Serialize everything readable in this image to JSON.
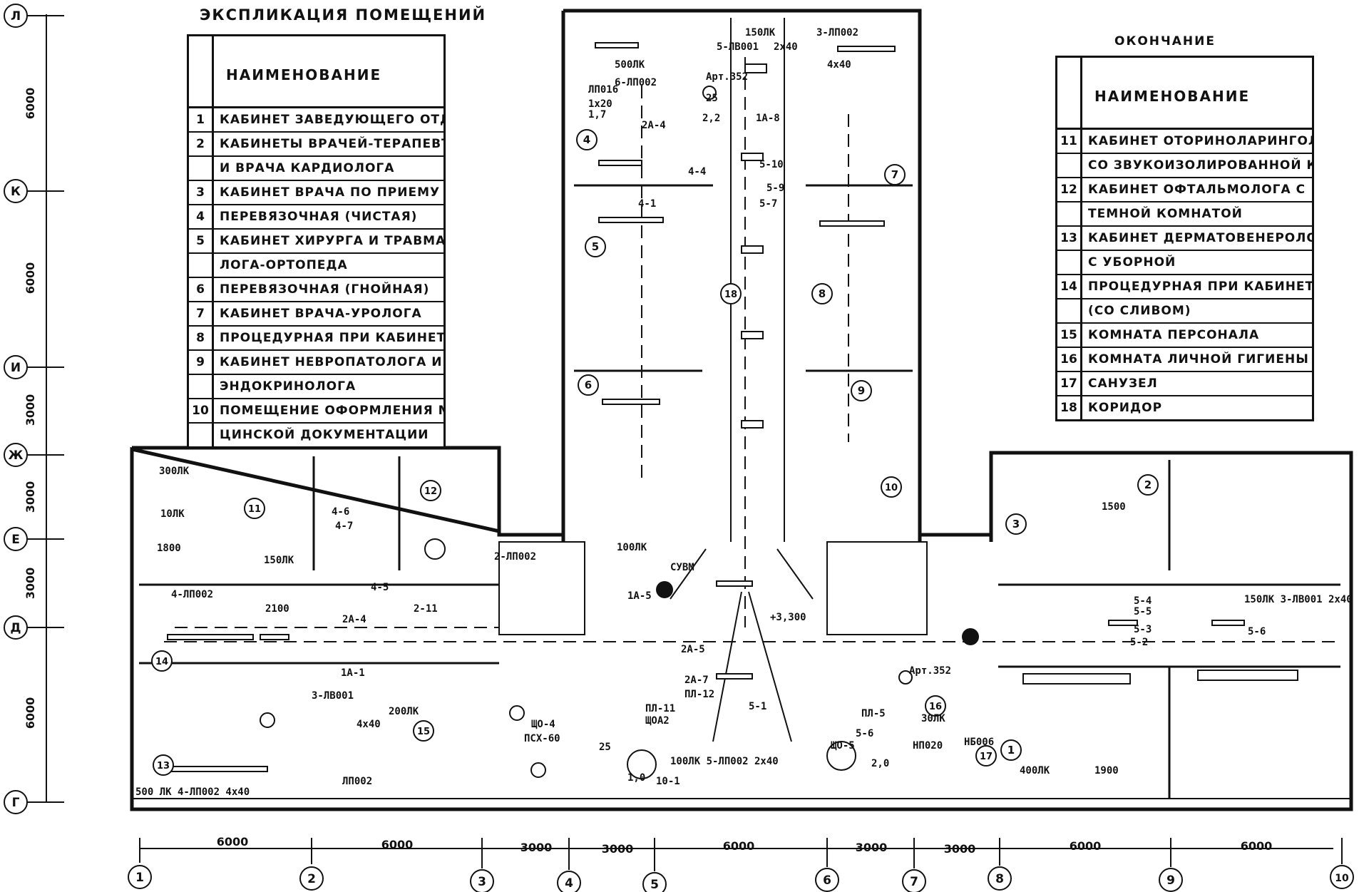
{
  "title_left": "ЭКСПЛИКАЦИЯ ПОМЕЩЕНИЙ",
  "title_right": "ОКОНЧАНИЕ",
  "legend_header": "НАИМЕНОВАНИЕ",
  "legend_left": [
    {
      "n": "1",
      "t": "КАБИНЕТ ЗАВЕДУЮЩЕГО ОТДЕЛЕНИЕМ"
    },
    {
      "n": "2",
      "t": "КАБИНЕТЫ ВРАЧЕЙ-ТЕРАПЕВТОВ"
    },
    {
      "n": "",
      "t": "И ВРАЧА КАРДИОЛОГА"
    },
    {
      "n": "3",
      "t": "КАБИНЕТ ВРАЧА ПО ПРИЕМУ ПОДРОСТКОВ"
    },
    {
      "n": "4",
      "t": "ПЕРЕВЯЗОЧНАЯ (ЧИСТАЯ)"
    },
    {
      "n": "5",
      "t": "КАБИНЕТ ХИРУРГА И ТРАВМАТО-"
    },
    {
      "n": "",
      "t": "ЛОГА-ОРТОПЕДА"
    },
    {
      "n": "6",
      "t": "ПЕРЕВЯЗОЧНАЯ (ГНОЙНАЯ)"
    },
    {
      "n": "7",
      "t": "КАБИНЕТ ВРАЧА-УРОЛОГА"
    },
    {
      "n": "8",
      "t": "ПРОЦЕДУРНАЯ ПРИ КАБИНЕТЕ (СО СЛИВОМ)"
    },
    {
      "n": "9",
      "t": "КАБИНЕТ НЕВРОПАТОЛОГА И"
    },
    {
      "n": "",
      "t": "ЭНДОКРИНОЛОГА"
    },
    {
      "n": "10",
      "t": "ПОМЕЩЕНИЕ ОФОРМЛЕНИЯ МЕДИ-"
    },
    {
      "n": "",
      "t": "ЦИНСКОЙ ДОКУМЕНТАЦИИ"
    }
  ],
  "legend_right": [
    {
      "n": "11",
      "t": "КАБИНЕТ ОТОРИНОЛАРИНГОЛОГА"
    },
    {
      "n": "",
      "t": "СО ЗВУКОИЗОЛИРОВАННОЙ КАБИНОЙ"
    },
    {
      "n": "12",
      "t": "КАБИНЕТ ОФТАЛЬМОЛОГА С"
    },
    {
      "n": "",
      "t": "ТЕМНОЙ КОМНАТОЙ"
    },
    {
      "n": "13",
      "t": "КАБИНЕТ ДЕРМАТОВЕНЕРОЛОГА"
    },
    {
      "n": "",
      "t": "С УБОРНОЙ"
    },
    {
      "n": "14",
      "t": "ПРОЦЕДУРНАЯ ПРИ КАБИНЕТЕ"
    },
    {
      "n": "",
      "t": "(СО СЛИВОМ)"
    },
    {
      "n": "15",
      "t": "КОМНАТА ПЕРСОНАЛА"
    },
    {
      "n": "16",
      "t": "КОМНАТА ЛИЧНОЙ ГИГИЕНЫ"
    },
    {
      "n": "17",
      "t": "САНУЗЕЛ"
    },
    {
      "n": "18",
      "t": "КОРИДОР"
    }
  ],
  "axis_letters": [
    "Л",
    "К",
    "И",
    "Ж",
    "Е",
    "Д",
    "Г"
  ],
  "left_dims": [
    "6000",
    "6000",
    "3000",
    "3000",
    "3000",
    "6000"
  ],
  "axis_numbers": [
    "1",
    "2",
    "3",
    "4",
    "5",
    "6",
    "7",
    "8",
    "9",
    "10"
  ],
  "bottom_dims": [
    "6000",
    "6000",
    "3000",
    "3000",
    "6000",
    "3000",
    "3000",
    "6000",
    "6000"
  ],
  "fixture_marks": [
    "150ЛК",
    "5-ЛВ001",
    "2х40",
    "3-ЛП002",
    "4х40",
    "500ЛК",
    "6-ЛП002",
    "ЛП016",
    "1х20",
    "1,7",
    "Арт.352",
    "25",
    "2,2",
    "1А-8",
    "5-10",
    "5-7",
    "5-9",
    "2А-4",
    "4-1",
    "4-4",
    "300ЛК",
    "4-6",
    "4-7",
    "10ЛК",
    "1800",
    "150ЛК",
    "4-ЛП002",
    "2100",
    "2А-4",
    "4-5",
    "2-11",
    "2-ЛП002",
    "100ЛК",
    "СУВМ",
    "1А-5",
    "+3,300",
    "3-ЛВ001",
    "200ЛК",
    "1А-1",
    "2А-5",
    "2А-7",
    "ПЛ-12",
    "ПЛ-11",
    "ЩОА2",
    "ЩО-4",
    "ПСХ-60",
    "25",
    "1,0",
    "10-1",
    "100ЛК 5-ЛП002 2х40",
    "5-1",
    "ПЛ-5",
    "5-6",
    "ЩО-5",
    "2,0",
    "Арт.352",
    "30ЛК",
    "НП020",
    "НБ006",
    "5-4",
    "5-5",
    "150ЛК 3-ЛВ001 2х40",
    "5-3",
    "5-2",
    "5-6",
    "400ЛК",
    "1500",
    "1900",
    "500 ЛК 4-ЛП002 4х40",
    "ЛП002",
    "4х40"
  ],
  "room_numbers": [
    "1",
    "2",
    "3",
    "4",
    "5",
    "6",
    "7",
    "8",
    "9",
    "10",
    "11",
    "12",
    "13",
    "14",
    "15",
    "16",
    "17",
    "18"
  ]
}
